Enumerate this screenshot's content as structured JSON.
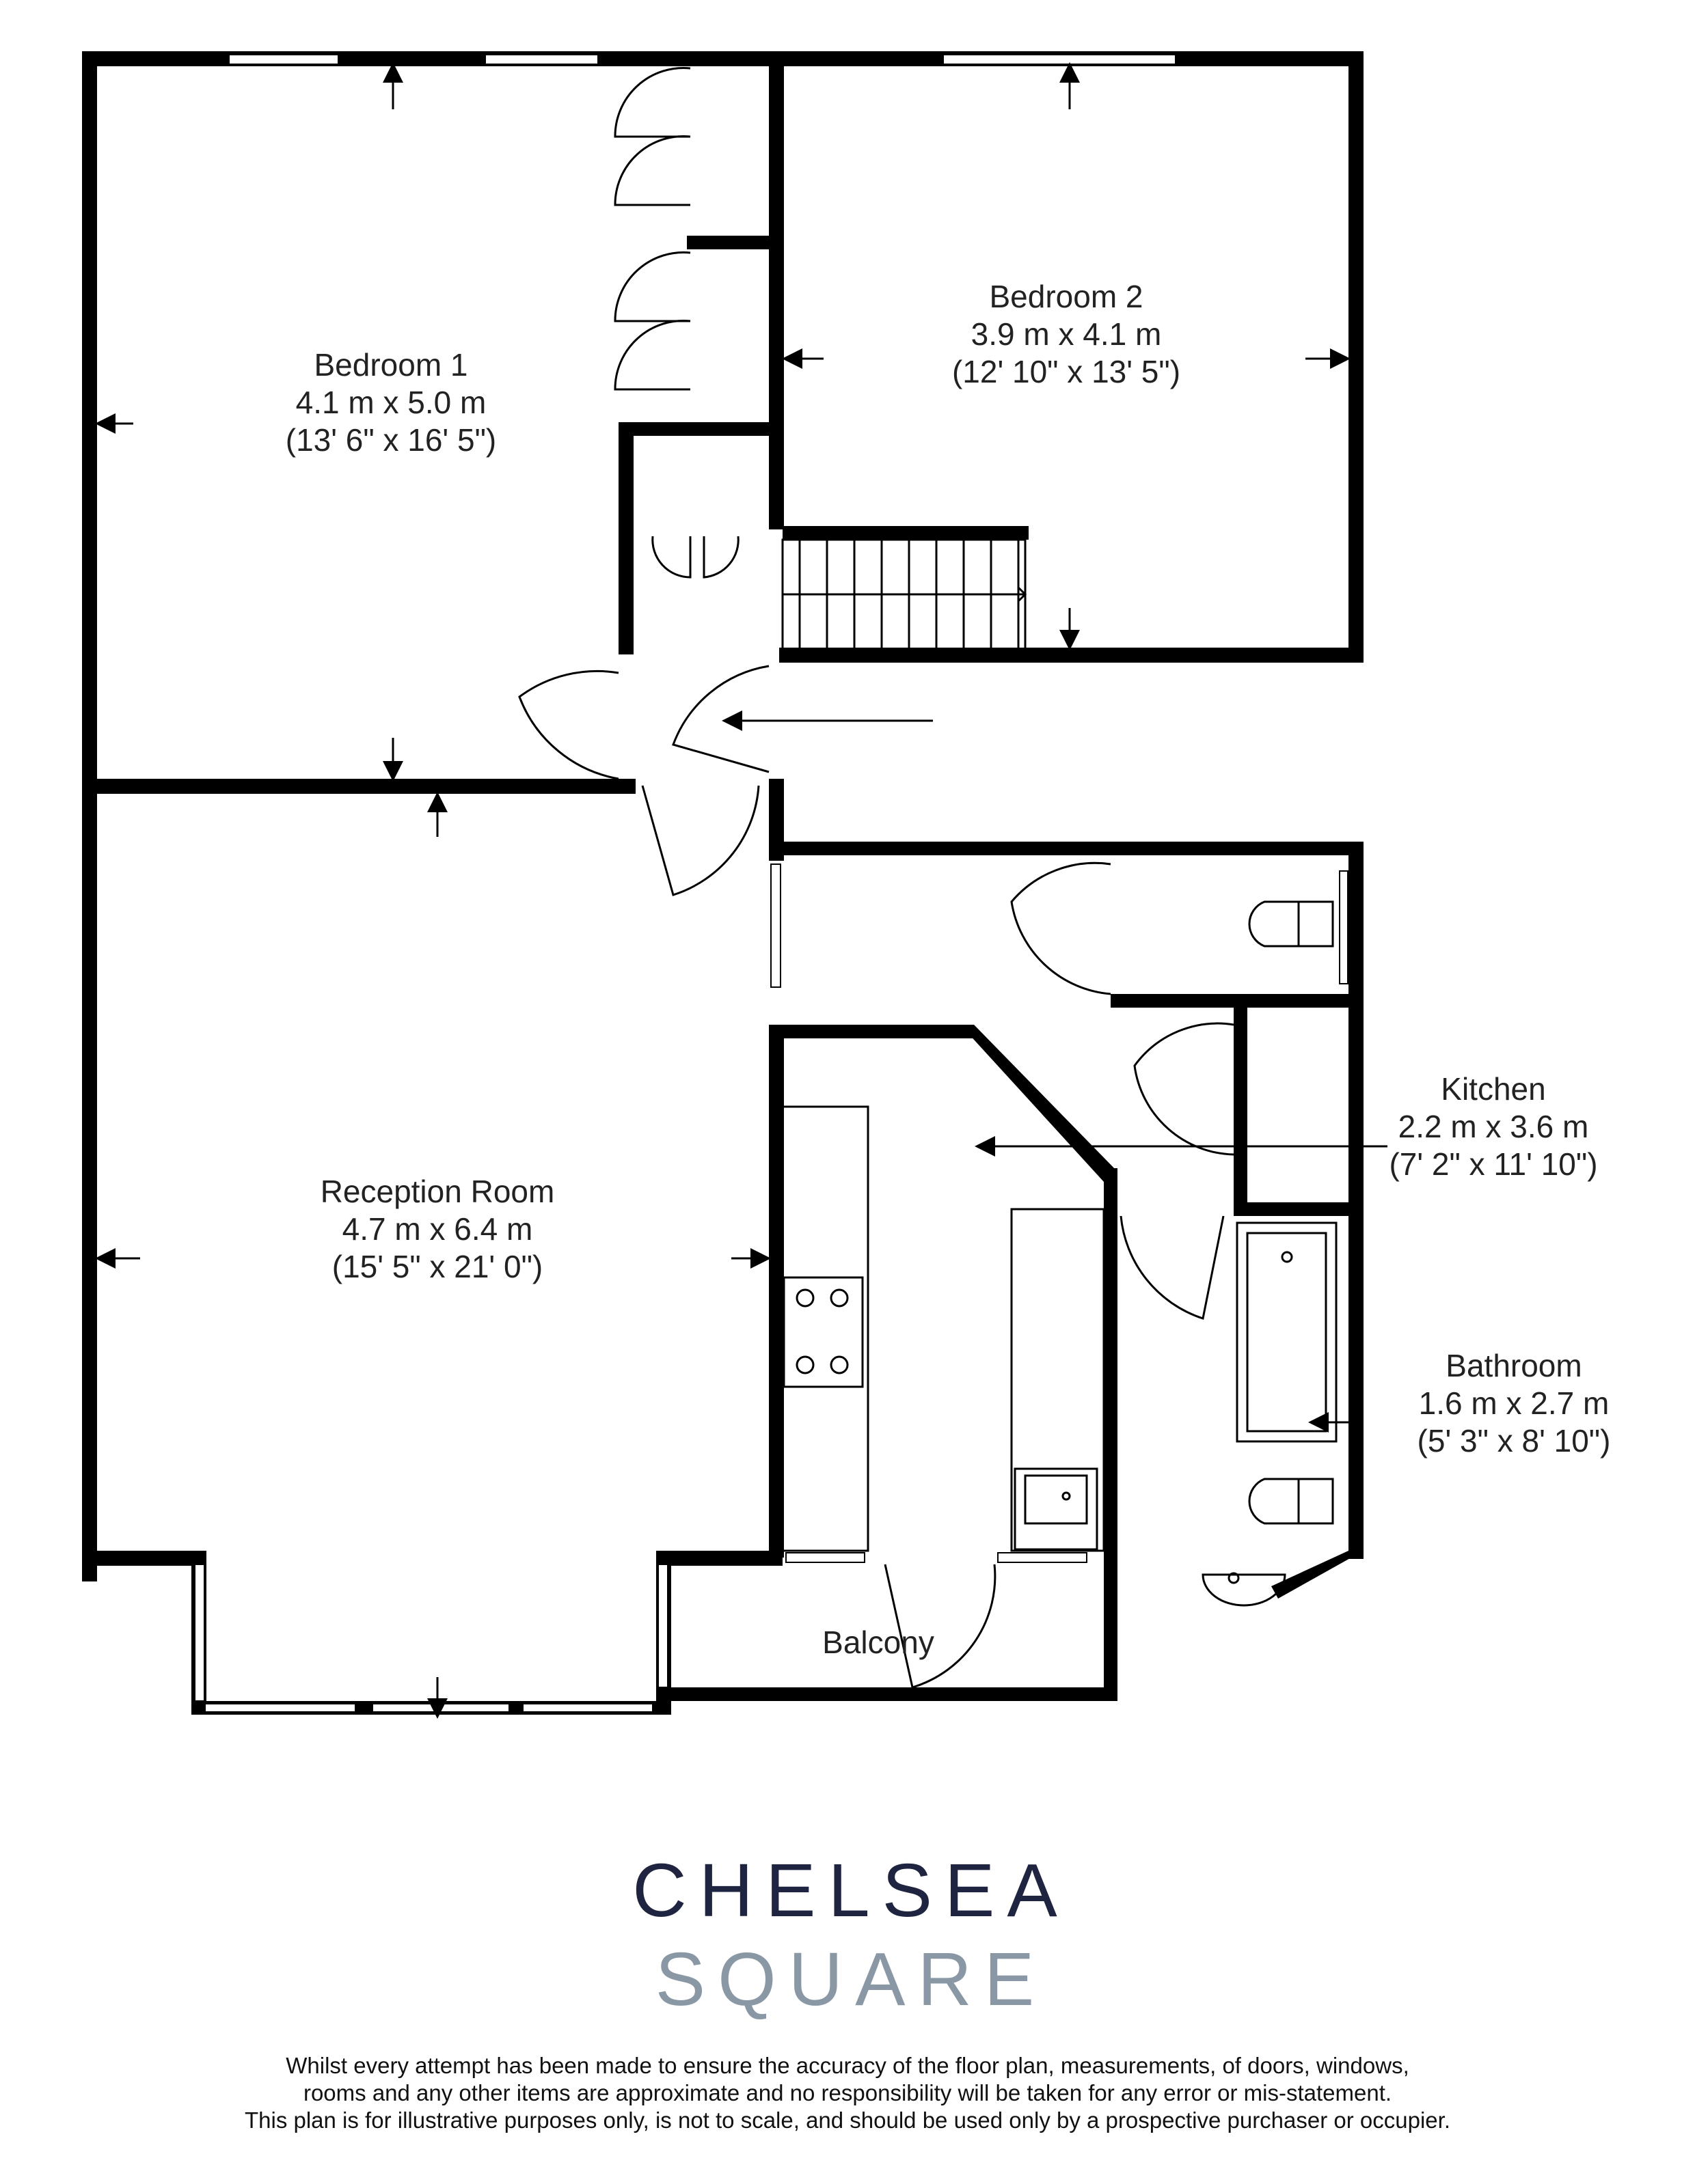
{
  "rooms": [
    {
      "key": "bedroom1",
      "name": "Bedroom 1",
      "metric": "4.1 m x 5.0 m",
      "imperial": "(13' 6\" x 16' 5\")"
    },
    {
      "key": "bedroom2",
      "name": "Bedroom 2",
      "metric": "3.9 m x 4.1 m",
      "imperial": "(12' 10\" x 13' 5\")"
    },
    {
      "key": "reception",
      "name": "Reception Room",
      "metric": "4.7 m x 6.4 m",
      "imperial": "(15' 5\" x 21' 0\")"
    },
    {
      "key": "kitchen",
      "name": "Kitchen",
      "metric": "2.2 m x 3.6 m",
      "imperial": "(7' 2\" x 11' 10\")"
    },
    {
      "key": "bathroom",
      "name": "Bathroom",
      "metric": "1.6 m x 2.7 m",
      "imperial": "(5' 3\" x 8' 10\")"
    },
    {
      "key": "balcony",
      "name": "Balcony"
    }
  ],
  "brand": {
    "line1": "CHELSEA",
    "line2": "SQUARE",
    "color_dark": "#1f2440",
    "color_light": "#8a98a6"
  },
  "disclaimer": [
    "Whilst every attempt has been made to ensure the accuracy of the floor plan, measurements, of doors, windows,",
    "rooms and any other items are approximate and no responsibility will be taken for any error or mis-statement.",
    "This plan is for illustrative purposes only, is not to scale, and should be used only by a prospective purchaser or occupier."
  ]
}
